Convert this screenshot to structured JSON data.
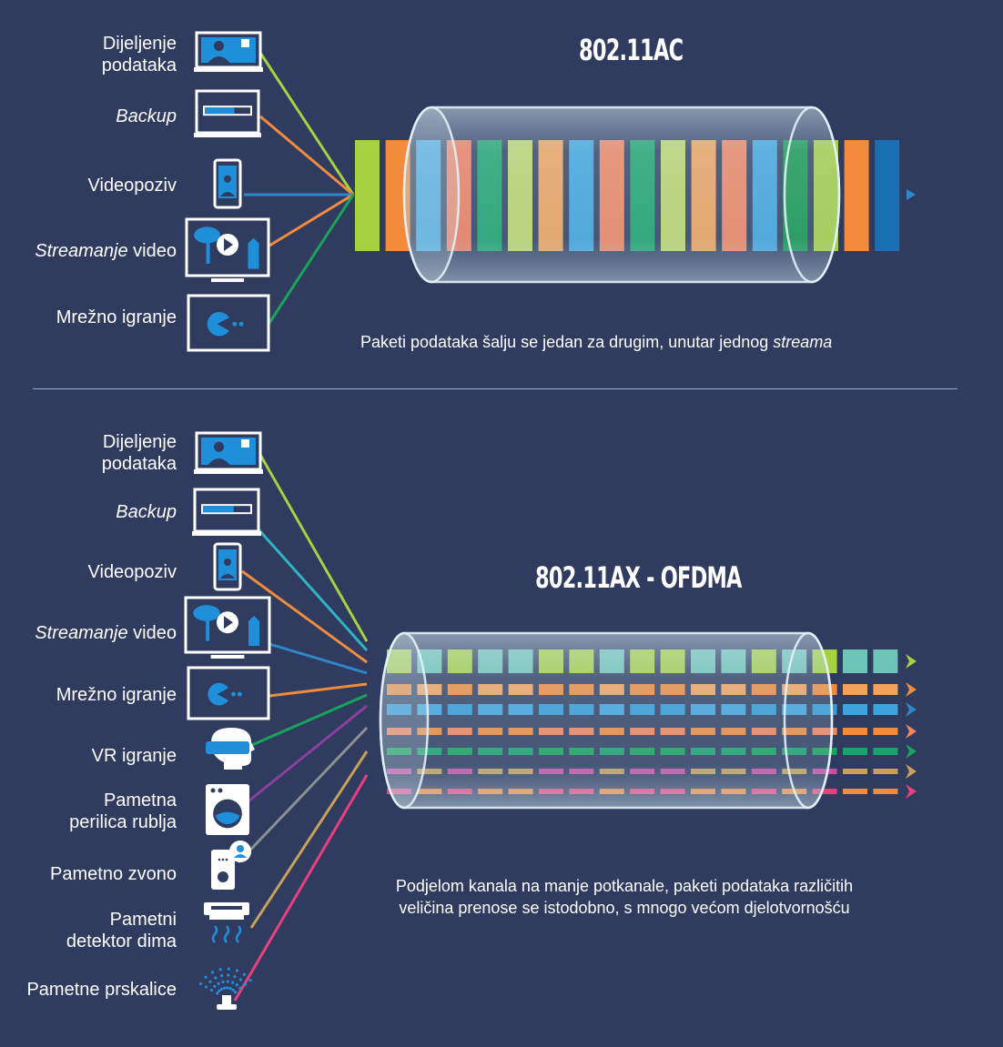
{
  "top": {
    "title": "802.11AC",
    "caption_main": "Paketi podataka šalju se jedan za drugim, unutar jednog ",
    "caption_italic": "streama",
    "devices": [
      {
        "label": "Dijeljenje podataka",
        "label_line1": "Dijeljenje",
        "label_line2": "podataka",
        "italic": false,
        "icon": "laptop-user-icon",
        "color": "#a7d143"
      },
      {
        "label": "Backup",
        "italic": true,
        "icon": "laptop-progress-icon",
        "color": "#f28c3c"
      },
      {
        "label": "Videopoziv",
        "italic": false,
        "icon": "phone-video-call-icon",
        "color": "#2f86c9"
      },
      {
        "label_italic": "Streamanje",
        "label_rest": " video",
        "italic": true,
        "icon": "tv-play-icon",
        "color": "#f28c3c"
      },
      {
        "label": "Mrežno igranje",
        "italic": false,
        "icon": "tv-game-icon",
        "color": "#1aa35a"
      }
    ],
    "packets": [
      "#a7d143",
      "#f28c3c",
      "#3ea5de",
      "#f47d5b",
      "#1aa36a",
      "#bfd86a",
      "#f4a35a",
      "#3ea5de",
      "#f4855d",
      "#1aa36a",
      "#bfd86a",
      "#f4a35a",
      "#f4855d",
      "#3ea5de",
      "#12964a",
      "#a7d143",
      "#f28c3c",
      "#1b6fb5"
    ]
  },
  "bottom": {
    "title": "802.11AX - OFDMA",
    "caption_line1": "Podjelom kanala na manje potkanale, paketi podataka različitih",
    "caption_line2": "veličina prenose se istodobno, s mnogo većom djelotvornošću",
    "devices": [
      {
        "label_line1": "Dijeljenje",
        "label_line2": "podataka",
        "italic": false,
        "icon": "laptop-user-icon",
        "color": "#a7d143"
      },
      {
        "label": "Backup",
        "italic": true,
        "icon": "laptop-progress-icon",
        "color": "#2fb3c2"
      },
      {
        "label": "Videopoziv",
        "italic": false,
        "icon": "phone-video-call-icon",
        "color": "#f28c3c"
      },
      {
        "label_italic": "Streamanje",
        "label_rest": " video",
        "italic": true,
        "icon": "tv-play-icon",
        "color": "#2f86c9"
      },
      {
        "label": "Mrežno igranje",
        "italic": false,
        "icon": "tv-game-icon",
        "color": "#f28c3c"
      },
      {
        "label": "VR igranje",
        "italic": false,
        "icon": "vr-headset-icon",
        "color": "#1aa35a"
      },
      {
        "label_line1": "Pametna",
        "label_line2": "perilica rublja",
        "italic": false,
        "icon": "washing-machine-icon",
        "color": "#8b3fa0"
      },
      {
        "label": "Pametno zvono",
        "italic": false,
        "icon": "doorbell-icon",
        "color": "#8a8f8f"
      },
      {
        "label_line1": "Pametni",
        "label_line2": "detektor dima",
        "italic": false,
        "icon": "smoke-detector-icon",
        "color": "#c9a05a"
      },
      {
        "label": "Pametne prskalice",
        "italic": false,
        "icon": "sprinkler-icon",
        "color": "#e8407f"
      }
    ],
    "lanes": [
      {
        "color": "#a7d143",
        "alt": "#6fc4b8",
        "arrow": "#a7d143"
      },
      {
        "color": "#f28c3c",
        "alt": "#f4a35a",
        "arrow": "#f28c3c"
      },
      {
        "color": "#2f9ad8",
        "alt": "#3ea5de",
        "arrow": "#2f86c9"
      },
      {
        "color": "#f4855d",
        "alt": "#f28c3c",
        "arrow": "#f4855d"
      },
      {
        "color": "#1aa35a",
        "alt": "#1aa36a",
        "arrow": "#1aa35a"
      },
      {
        "color": "#c94fa6",
        "alt": "#c9a05a",
        "arrow": "#c9a05a"
      },
      {
        "color": "#e8407f",
        "alt": "#f28c3c",
        "arrow": "#e8407f"
      }
    ]
  }
}
